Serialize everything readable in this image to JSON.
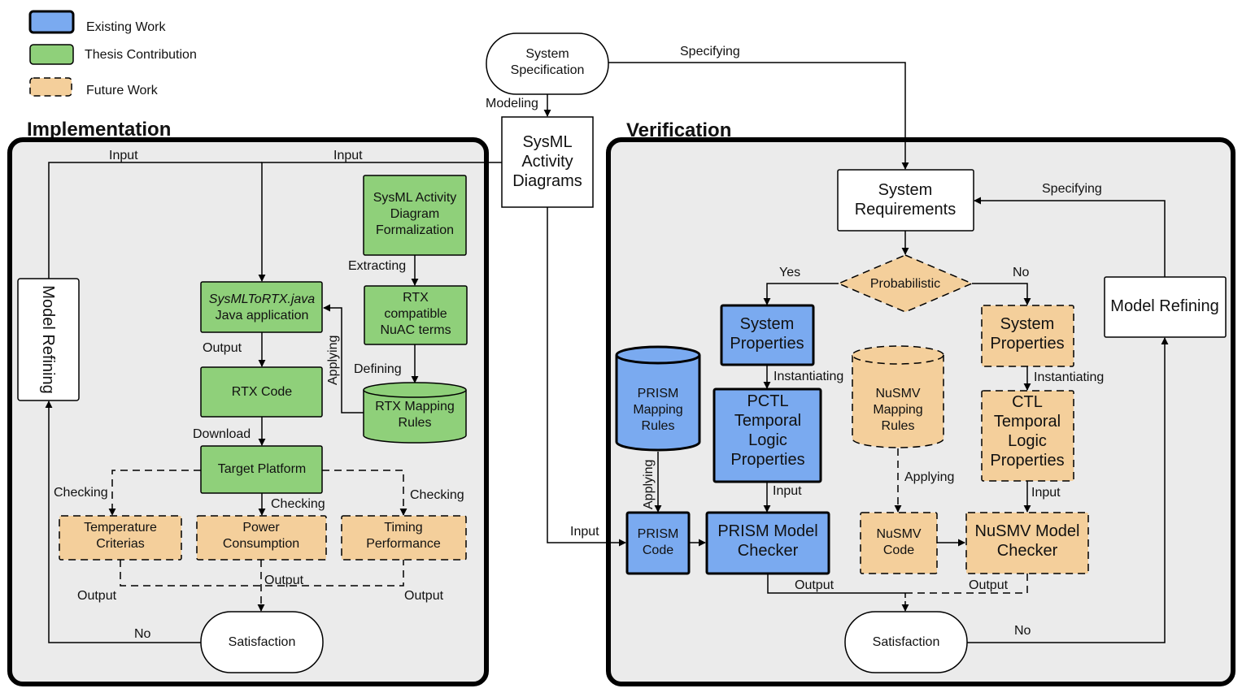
{
  "legend": {
    "existing": "Existing Work",
    "thesis": "Thesis Contribution",
    "future": "Future Work"
  },
  "colors": {
    "existing": "#7aaaf0",
    "thesis": "#8fd07a",
    "future": "#f4cf9b",
    "panel": "#ebebeb"
  },
  "sections": {
    "implementation": "Implementation",
    "verification": "Verification"
  },
  "top": {
    "system_specification": [
      "System",
      "Specification"
    ],
    "sysml_diagrams": [
      "SysML",
      "Activity",
      "Diagrams"
    ],
    "modeling": "Modeling",
    "specifying": "Specifying"
  },
  "impl": {
    "input_left": "Input",
    "input_right": "Input",
    "model_refining": "Model Refining",
    "formalization": [
      "SysML Activity",
      "Diagram",
      "Formalization"
    ],
    "extracting": "Extracting",
    "rtx_terms": [
      "RTX",
      "compatible",
      "NuAC terms"
    ],
    "java_app": [
      "SysMLToRTX.java",
      "Java application"
    ],
    "output_java": "Output",
    "applying": "Applying",
    "defining": "Defining",
    "rtx_mapping": [
      "RTX Mapping",
      "Rules"
    ],
    "rtx_code": "RTX Code",
    "download": "Download",
    "target_platform": "Target Platform",
    "checking_left": "Checking",
    "checking_mid": "Checking",
    "checking_right": "Checking",
    "temperature": [
      "Temperature",
      "Criterias"
    ],
    "power": [
      "Power",
      "Consumption"
    ],
    "timing": [
      "Timing",
      "Performance"
    ],
    "output_left": "Output",
    "output_mid": "Output",
    "output_right": "Output",
    "no": "No",
    "satisfaction": "Satisfaction"
  },
  "ver": {
    "system_requirements": [
      "System",
      "Requirements"
    ],
    "specifying": "Specifying",
    "model_refining": "Model Refining",
    "probabilistic": "Probabilistic",
    "yes": "Yes",
    "no_branch": "No",
    "sys_props_left": [
      "System",
      "Properties"
    ],
    "sys_props_right": [
      "System",
      "Properties"
    ],
    "instantiating_left": "Instantiating",
    "instantiating_right": "Instantiating",
    "pctl": [
      "PCTL",
      "Temporal",
      "Logic",
      "Properties"
    ],
    "ctl": [
      "CTL",
      "Temporal",
      "Logic",
      "Properties"
    ],
    "prism_rules": [
      "PRISM",
      "Mapping",
      "Rules"
    ],
    "nusmv_rules": [
      "NuSMV",
      "Mapping",
      "Rules"
    ],
    "applying_left": "Applying",
    "applying_right": "Applying",
    "input_pctl": "Input",
    "input_ctl": "Input",
    "input_left": "Input",
    "prism_code": [
      "PRISM",
      "Code"
    ],
    "prism_checker": [
      "PRISM Model",
      "Checker"
    ],
    "nusmv_code": [
      "NuSMV",
      "Code"
    ],
    "nusmv_checker": [
      "NuSMV Model",
      "Checker"
    ],
    "output_left": "Output",
    "output_right": "Output",
    "satisfaction": "Satisfaction",
    "no": "No"
  }
}
